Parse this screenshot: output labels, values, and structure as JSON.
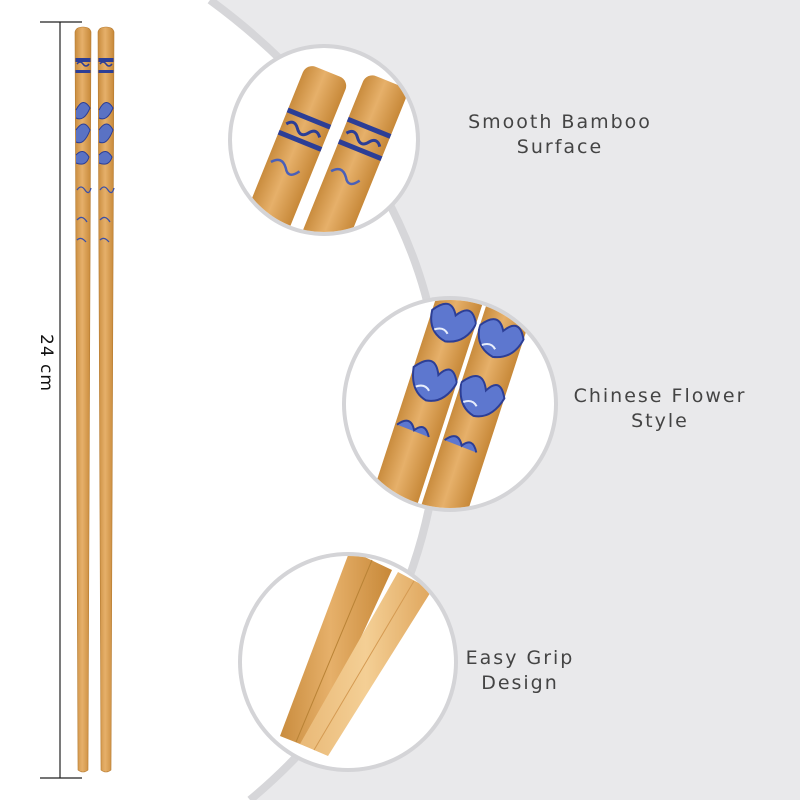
{
  "measurement": {
    "length_label": "24 cm"
  },
  "features": [
    {
      "lines": [
        "Smooth Bamboo",
        "Surface"
      ],
      "icon": "chopstick-tips-closeup"
    },
    {
      "lines": [
        "Chinese Flower",
        "Style"
      ],
      "icon": "blue-flower-pattern-closeup"
    },
    {
      "lines": [
        "Easy Grip",
        "Design"
      ],
      "icon": "chopstick-grip-closeup"
    }
  ],
  "colors": {
    "bamboo": "#d9a055",
    "bamboo_light": "#e8b873",
    "porcelain_blue": "#2c3e96",
    "background": "#e9e9eb",
    "panel": "#ffffff"
  }
}
